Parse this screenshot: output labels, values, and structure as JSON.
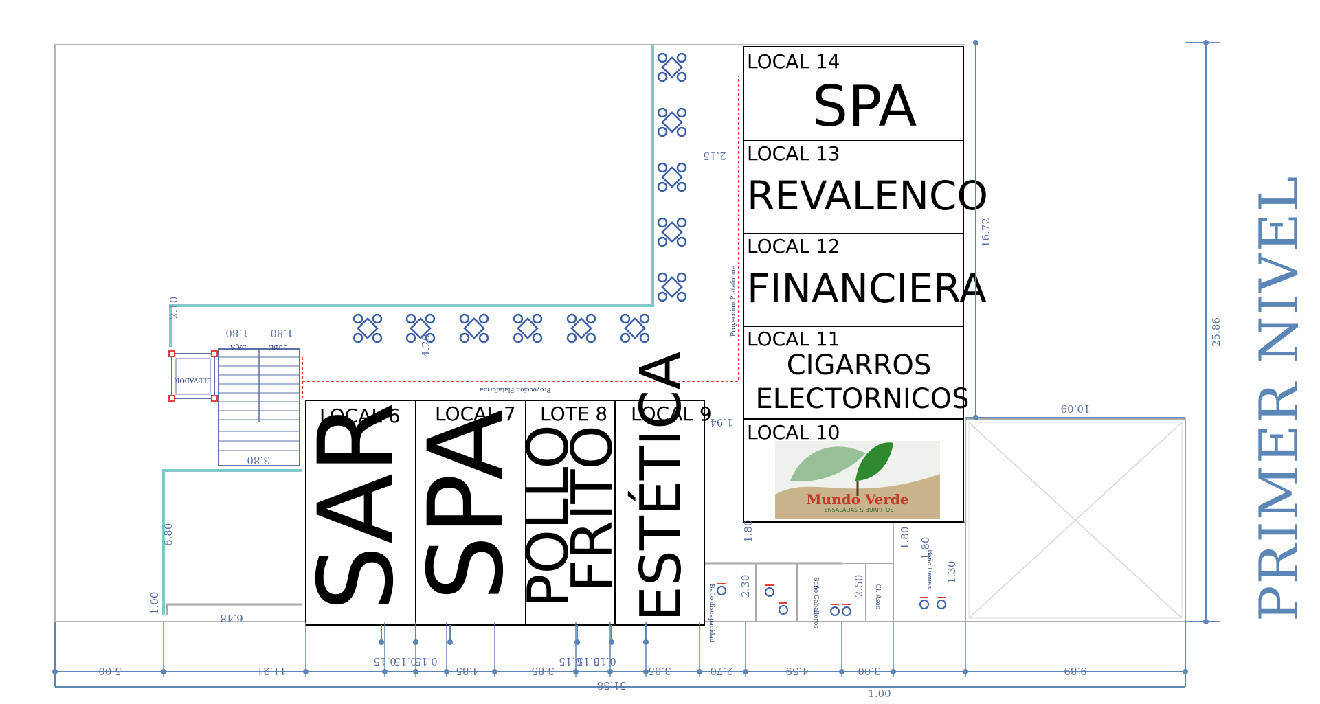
{
  "level_title": "PRIMER NIVEL",
  "locals": [
    {
      "id": "local6",
      "label": "LOCAL 6",
      "name": "SAR"
    },
    {
      "id": "local7",
      "label": "LOCAL 7",
      "name": "SPA"
    },
    {
      "id": "lote8",
      "label": "LOTE 8",
      "name_line1": "POLLO",
      "name_line2": "FRITO"
    },
    {
      "id": "local9",
      "label": "LOCAL 9",
      "name": "ESTÉTICA"
    },
    {
      "id": "local10",
      "label": "LOCAL 10",
      "logo_text": "Mundo Verde",
      "logo_sub": "ENSALADAS & BURRITOS"
    },
    {
      "id": "local11",
      "label": "LOCAL 11",
      "name_line1": "CIGARROS",
      "name_line2": "ELECTORNICOS"
    },
    {
      "id": "local12",
      "label": "LOCAL 12",
      "name": "FINANCIERA"
    },
    {
      "id": "local13",
      "label": "LOCAL 13",
      "name": "REVALENCO"
    },
    {
      "id": "local14",
      "label": "LOCAL 14",
      "name": "SPA"
    }
  ],
  "dims_bottom": [
    "5.00",
    "11.21",
    "0.15",
    "0.15",
    "0.15",
    "4.85",
    "0.15",
    "0.15",
    "0.15",
    "3.85",
    "3.85",
    "2.70",
    "4.59",
    "3.00",
    "9.89"
  ],
  "dim_total": "51.58",
  "dim_total_small": "1.00",
  "dims_right": {
    "upper": "16.72",
    "overall": "25.86"
  },
  "dims_misc": {
    "d210": "2.10",
    "d180a": "1.80",
    "d180b": "1.80",
    "d380": "3.80",
    "d680": "6.80",
    "d648": "6.48",
    "d100": "1.00",
    "d420": "4.20",
    "d215": "2.15",
    "d194": "1.94",
    "d1009": "10.09",
    "d180c": "1.80",
    "d180d": "1.80",
    "d250": "2.50",
    "d130": "1.30",
    "d230": "2.30",
    "d180e": "1.80"
  },
  "notes": {
    "elevator": "ELEVADOR",
    "stair_up": "SUBE",
    "stair_down": "BAJA",
    "projection_h": "Proyeccion Plataforma",
    "projection_v": "Proyeccion Plataforma",
    "bath_men": "Baño Caballeros",
    "bath_women": "Baño Damas",
    "bath_disabled": "Baño discapacidad",
    "cleaning": "Cl. Aseo"
  },
  "colors": {
    "wall": "#7ec9c9",
    "dimension": "#5b86b5",
    "projection": "#e0403a",
    "local_border": "#000000"
  }
}
